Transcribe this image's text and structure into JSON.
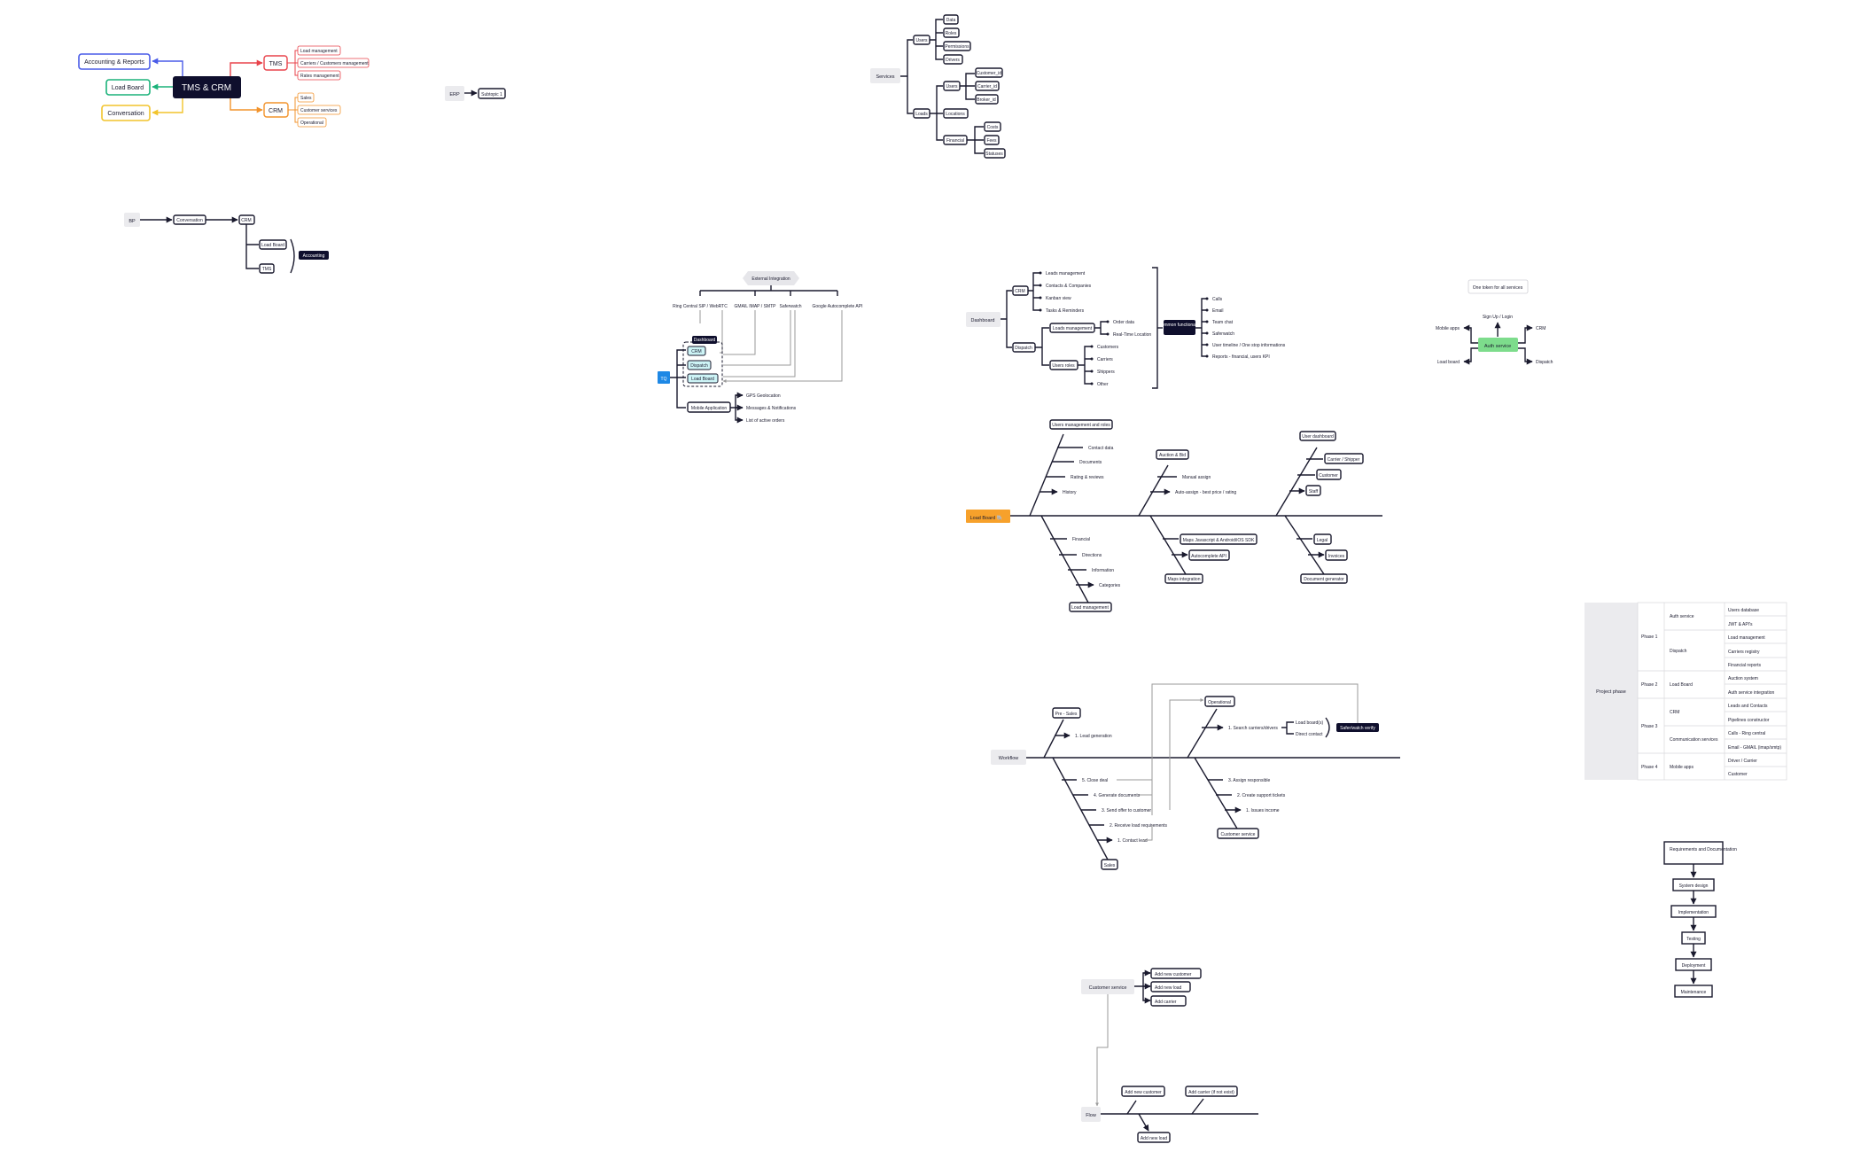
{
  "tms_crm": {
    "center": "TMS & CRM",
    "left": [
      "Accounting & Reports",
      "Load Board",
      "Conversation"
    ],
    "tms": {
      "label": "TMS",
      "items": [
        "Load management",
        "Carriers / Customers management",
        "Rates management"
      ]
    },
    "crm": {
      "label": "CRM",
      "items": [
        "Sales",
        "Customer services",
        "Operational"
      ]
    }
  },
  "erp": {
    "label": "ERP",
    "sub": "Subtopic 1"
  },
  "bp": {
    "label": "BP",
    "conversation": "Conversation",
    "crm": "CRM",
    "load_board": "Load Board",
    "tms": "TMS",
    "accounting": "Accounting"
  },
  "services": {
    "root": "Services",
    "users": "Users",
    "users_items": [
      "Data",
      "Roles",
      "Permissions",
      "Drivers"
    ],
    "loads": "Loads",
    "loads_users": "Users",
    "loads_users_items": [
      "Customer_id",
      "Carrier_id",
      "Broker_id"
    ],
    "locations": "Locations",
    "financial": "Financial",
    "financial_items": [
      "Costs",
      "Fees",
      "Statuses"
    ]
  },
  "integration": {
    "title": "External Integration",
    "providers": [
      "Ring Central SIP / WebRTC",
      "GMAIL IMAP / SMTP",
      "Saferwatch",
      "Google Autocomplete API"
    ],
    "tq": "TQ",
    "dashboard": "Dashboard",
    "stack": [
      "CRM",
      "Dispatch",
      "Load Board"
    ],
    "mobile": "Mobile Application",
    "mobile_items": [
      "GPS Geolocation",
      "Messages & Notifications",
      "List of active orders"
    ]
  },
  "dashboard": {
    "root": "Dashboard",
    "crm": "CRM",
    "crm_items": [
      "Leads management",
      "Contacts & Companies",
      "Kanban view",
      "Tasks & Reminders"
    ],
    "dispatch": "Dispatch",
    "loads_mgmt": "Loads management",
    "loads_items": [
      "Order data",
      "Real-Time Location"
    ],
    "user_roles": "Users roles",
    "roles": [
      "Customers",
      "Carriers",
      "Shippers",
      "Other"
    ],
    "common": "Common functionality",
    "common_items": [
      "Calls",
      "Email",
      "Team chat",
      "Saferwatch",
      "User timeline / One stop informations",
      "Reports - financial, users KPI"
    ]
  },
  "auth": {
    "title": "One token for all services",
    "signup": "Sign Up / Login",
    "center": "Auth service",
    "mobile": "Mobile apps",
    "crm": "CRM",
    "load_board": "Load board",
    "dispatch": "Dispatch"
  },
  "loadboard": {
    "head": "Load Board 🐘",
    "top": [
      {
        "label": "Users management and roles",
        "items": [
          "Contact data",
          "Documents",
          "Rating & reviews",
          "History"
        ]
      },
      {
        "label": "Auction & Bid",
        "items": [
          "Manual assign",
          "Auto-assign - best price / rating"
        ]
      },
      {
        "label": "User dashboard",
        "items": [
          "Carrier / Shipper",
          "Customer",
          "Staff"
        ]
      }
    ],
    "bottom": [
      {
        "label": "Load management",
        "items": [
          "Financial",
          "Directions",
          "Information",
          "Categories"
        ]
      },
      {
        "label": "Maps integration",
        "items": [
          "Maps Javascript & Android/iOS SDK",
          "Autocomplete API"
        ]
      },
      {
        "label": "Document generator",
        "items": [
          "Legal",
          "Invoices"
        ]
      }
    ]
  },
  "workflow": {
    "head": "Workflow",
    "presales": "Pre - Sales",
    "lead_gen": "1. Lead generation",
    "operational": "Operational",
    "search": "1. Search carriers/drivers",
    "search_opts": [
      "Load board(s)",
      "Direct contact"
    ],
    "verify": "Safer/watch verify",
    "sales": "Sales",
    "sales_items": [
      "5. Close deal",
      "4. Generate documents",
      "3. Send offer to customer",
      "2. Receive load requirements",
      "1. Contact lead"
    ],
    "customer_service": "Customer service",
    "cs_items": [
      "3. Assign responsible",
      "2. Create support tickets",
      "1. Issues income"
    ]
  },
  "phases": {
    "title": "Project phase",
    "rows": [
      {
        "phase": "Phase 1",
        "groups": [
          {
            "name": "Auth service",
            "items": [
              "Users database",
              "JWT & API's"
            ]
          },
          {
            "name": "Dispatch",
            "items": [
              "Load management",
              "Carriers registry",
              "Financial reports"
            ]
          }
        ]
      },
      {
        "phase": "Phase 2",
        "groups": [
          {
            "name": "Load Board",
            "items": [
              "Auction system",
              "Auth service integration"
            ]
          }
        ]
      },
      {
        "phase": "Phase 3",
        "groups": [
          {
            "name": "CRM",
            "items": [
              "Leads and Contacts",
              "Pipelines constructor"
            ]
          },
          {
            "name": "Communication services",
            "items": [
              "Calls - Ring central",
              "Email - GMAIL (imap/smtp)"
            ]
          }
        ]
      },
      {
        "phase": "Phase 4",
        "groups": [
          {
            "name": "Mobile apps",
            "items": [
              "Driver / Carrier",
              "Customer"
            ]
          }
        ]
      }
    ]
  },
  "sdlc": [
    "Requirements and Documentation",
    "System design",
    "Implementation",
    "Testing",
    "Deployment",
    "Maintenance"
  ],
  "cs_flow": {
    "root": "Customer service",
    "items": [
      "Add new customer",
      "Add new load",
      "Add carrier"
    ],
    "flow": "Flow",
    "flow_items": [
      "Add new customer",
      "Add carrier (if not exist)",
      "Add new load"
    ]
  },
  "colors": {
    "dark": "#0f0f2d",
    "blue": "#4a5ce8",
    "green": "#1bb27a",
    "yellow": "#f2c42c",
    "red": "#e8434b",
    "orange": "#f2932c",
    "load_board_orange": "#f7a12b",
    "auth_green": "#7ddc8c",
    "cyan": "#cdf4f6"
  }
}
